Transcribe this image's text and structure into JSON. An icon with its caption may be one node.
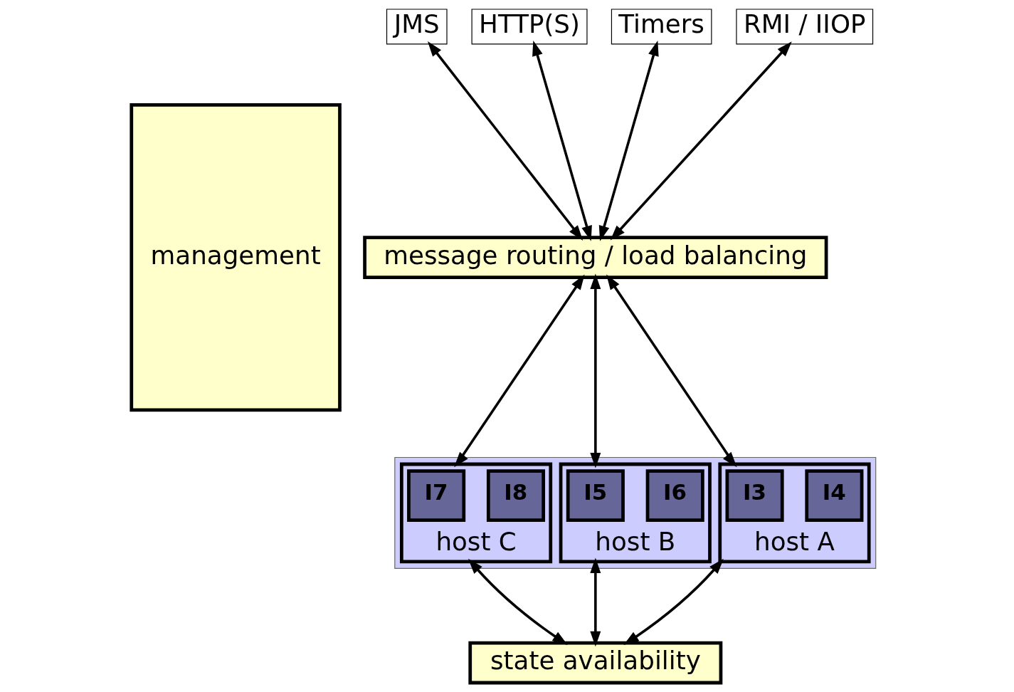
{
  "diagram": {
    "nodes": [
      {
        "text": [
          "JMS"
        ]
      },
      {
        "text": [
          "HTTP(S)"
        ]
      },
      {
        "text": [
          "Timers"
        ]
      },
      {
        "text": [
          "RMI / IIOP"
        ]
      },
      {
        "text": [
          "management"
        ]
      },
      {
        "text": [
          "message routing / load balancing"
        ]
      },
      {
        "text": [],
        "shape": "box"
      },
      {
        "text": [
          "host A"
        ],
        "in": 6
      },
      {
        "text": [
          "I3"
        ],
        "in": 7
      },
      {
        "text": [
          "I4"
        ],
        "in": 7
      },
      {
        "text": [
          "host B"
        ],
        "in": 6
      },
      {
        "text": [
          "I5"
        ],
        "in": 10
      },
      {
        "text": [
          "I6"
        ],
        "in": 10
      },
      {
        "text": [
          "host C"
        ],
        "in": 6
      },
      {
        "text": [
          "I7"
        ],
        "in": 13
      },
      {
        "text": [
          "I8"
        ],
        "in": 13
      },
      {
        "text": [
          "state availability"
        ]
      }
    ],
    "edges": [
      {
        "from": 0,
        "to": 5,
        "arrow": "both"
      },
      {
        "from": 1,
        "to": 5,
        "arrow": "both"
      },
      {
        "from": 2,
        "to": 5,
        "arrow": "both"
      },
      {
        "from": 3,
        "to": 5,
        "arrow": "both"
      },
      {
        "from": 5,
        "to": 7,
        "arrow": "both"
      },
      {
        "from": 5,
        "to": 10,
        "arrow": "both"
      },
      {
        "from": 5,
        "to": 13,
        "arrow": "both"
      },
      {
        "from": 7,
        "to": 16,
        "arrow": "both"
      },
      {
        "from": 10,
        "to": 16,
        "arrow": "both"
      },
      {
        "from": 13,
        "to": 16,
        "arrow": "both"
      }
    ]
  }
}
